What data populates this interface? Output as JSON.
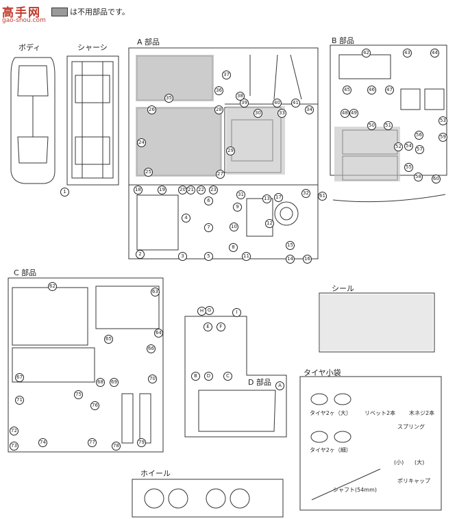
{
  "watermark": {
    "chars": "高手网",
    "url": "gao-shou.com"
  },
  "legend": {
    "text": "は不用部品です。"
  },
  "sections": {
    "body": "ボディ",
    "chassis": "シャーシ",
    "a_parts": "A 部品",
    "b_parts": "B 部品",
    "c_parts": "C 部品",
    "d_parts": "D 部品",
    "seal": "シール",
    "tire_bag": "タイヤ小袋",
    "wheel": "ホイール"
  },
  "tire_bag_items": {
    "tire_large": "タイヤ2ヶ（大）",
    "tire_small": "タイヤ2ヶ（細）",
    "rivet": "リベット2本",
    "wood_screw": "木ネジ2本",
    "spring": "スプリング",
    "spring_small": "(小)",
    "spring_large": "(大)",
    "shaft": "シャフト(54mm)",
    "poly_cap": "ポリキャップ"
  },
  "part_numbers": {
    "n1": "1",
    "n2": "2",
    "n3": "3",
    "n4": "4",
    "n5": "5",
    "n6": "6",
    "n7": "7",
    "n8": "8",
    "n9": "9",
    "n10": "10",
    "n11": "11",
    "n12": "12",
    "n13": "13",
    "n14": "14",
    "n15": "15",
    "n16": "16",
    "n17": "17",
    "n18": "18",
    "n19": "19",
    "n20": "20",
    "n21": "21",
    "n22": "22",
    "n23": "23",
    "n24": "24",
    "n25": "25",
    "n26": "26",
    "n27": "27",
    "n28": "28",
    "n29": "29",
    "n30": "30",
    "n31": "31",
    "n32": "32",
    "n33": "33",
    "n34": "34",
    "n35": "35",
    "n36": "36",
    "n37": "37",
    "n38": "38",
    "n39": "39",
    "n40": "40",
    "n41": "41",
    "n42": "42",
    "n43": "43",
    "n44": "44",
    "n45": "45",
    "n46": "46",
    "n47": "47",
    "n48": "48",
    "n49": "49",
    "n50": "50",
    "n51": "51",
    "n52": "52",
    "n53": "53",
    "n54": "54",
    "n55": "55",
    "n56": "56",
    "n57": "57",
    "n58": "58",
    "n59": "59",
    "n60": "60",
    "n61": "61",
    "n62": "62",
    "n63": "63",
    "n64": "64",
    "n65": "65",
    "n66": "66",
    "n67": "67",
    "n68": "68",
    "n69": "69",
    "n70": "70",
    "n71": "71",
    "n72": "72",
    "n73": "73",
    "n74": "74",
    "n75": "75",
    "n76": "76",
    "n77": "77",
    "n78": "78",
    "n79": "79",
    "nA": "A",
    "nB": "B",
    "nC": "C",
    "nD": "D",
    "nE": "E",
    "nF": "F",
    "nG": "G",
    "nH": "H",
    "nI": "I"
  },
  "colors": {
    "line": "#333333",
    "shade": "#bfbfbf",
    "legend_box": "#9a9a9a"
  }
}
